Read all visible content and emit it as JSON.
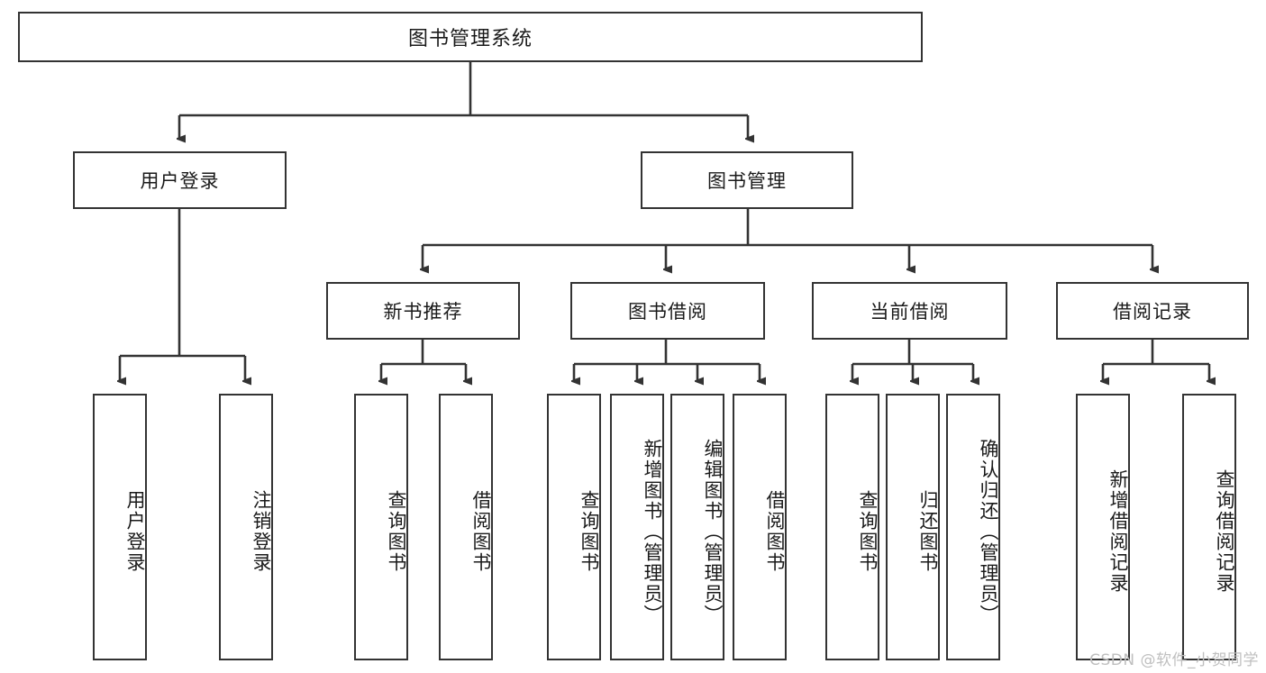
{
  "diagram": {
    "title": "图书管理系统",
    "watermark": "CSDN @软件_小贺同学",
    "accent_color": "#333333",
    "background_color": "#ffffff",
    "level1": {
      "label": "图书管理系统"
    },
    "level2": [
      {
        "label": "用户登录"
      },
      {
        "label": "图书管理"
      }
    ],
    "level3": [
      {
        "label": "新书推荐"
      },
      {
        "label": "图书借阅"
      },
      {
        "label": "当前借阅"
      },
      {
        "label": "借阅记录"
      }
    ],
    "leaves": [
      {
        "label": "用户登录",
        "parent": "用户登录"
      },
      {
        "label": "注销登录",
        "parent": "用户登录"
      },
      {
        "label": "查询图书",
        "parent": "新书推荐"
      },
      {
        "label": "借阅图书",
        "parent": "新书推荐"
      },
      {
        "label": "查询图书",
        "parent": "图书借阅"
      },
      {
        "label": "新增图书（管理员）",
        "parent": "图书借阅"
      },
      {
        "label": "编辑图书（管理员）",
        "parent": "图书借阅"
      },
      {
        "label": "借阅图书",
        "parent": "图书借阅"
      },
      {
        "label": "查询图书",
        "parent": "当前借阅"
      },
      {
        "label": "归还图书",
        "parent": "当前借阅"
      },
      {
        "label": "确认归还（管理员）",
        "parent": "当前借阅"
      },
      {
        "label": "新增借阅记录",
        "parent": "借阅记录"
      },
      {
        "label": "查询借阅记录",
        "parent": "借阅记录"
      }
    ]
  }
}
